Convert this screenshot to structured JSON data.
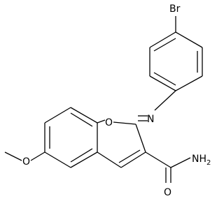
{
  "molecule": {
    "atoms": {
      "Br": "Br",
      "N": "N",
      "O_ring": "O",
      "O_methoxy": "O",
      "NH2_main": "NH",
      "NH2_sub": "2",
      "O_carbonyl": "O"
    },
    "bond_color": "#000000",
    "label_color": "#000000",
    "background": "#ffffff"
  }
}
